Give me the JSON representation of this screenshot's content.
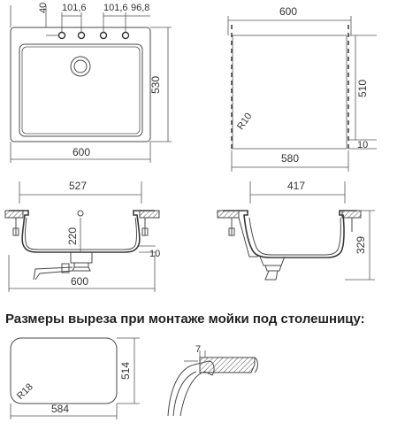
{
  "top_view": {
    "width": "600",
    "depth": "530",
    "tap_hole_offset": "40",
    "spacing_1": "101,6",
    "spacing_2": "101,6",
    "spacing_3": "96,8"
  },
  "cutout_view": {
    "width": "600",
    "inner_width": "580",
    "depth": "510",
    "radius": "R10",
    "margin": "10"
  },
  "front_section": {
    "inner_width": "527",
    "bowl_depth": "220",
    "wall": "10",
    "width": "600"
  },
  "side_section": {
    "inner_width": "417",
    "height": "329"
  },
  "undermount": {
    "heading": "Размеры выреза при монтаже мойки под столешницу:",
    "width": "584",
    "depth": "514",
    "radius": "R18",
    "offset": "7"
  }
}
